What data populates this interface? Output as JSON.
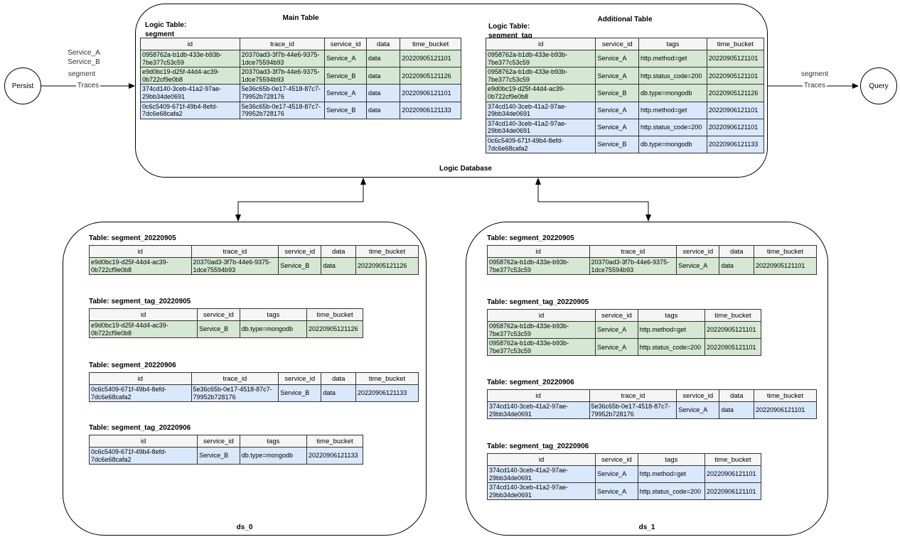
{
  "colors": {
    "green": "#d5e8d4",
    "blue": "#dae8fc",
    "header_bg": "#f5f5f5"
  },
  "persist": {
    "label": "Persist",
    "flow_label_1": "Service_A",
    "flow_label_2": "Service_B",
    "flow_label_3": "segment",
    "arrow_label": "Traces"
  },
  "query": {
    "label": "Query",
    "flow_label_1": "segment",
    "arrow_label": "Traces"
  },
  "logic_database": {
    "label": "Logic Database",
    "main": {
      "section_title": "Main Table",
      "logic_table_prefix": "Logic Table:",
      "logic_table_name": "segment",
      "table": {
        "columns": [
          "id",
          "trace_id",
          "service_id",
          "data",
          "time_bucket"
        ],
        "rows": [
          [
            "0958762a-b1db-433e-b93b-7be377c53c59",
            "20370ad3-3f7b-44e6-9375-1dce75594b93",
            "Service_A",
            "data",
            "20220905121101"
          ],
          [
            "e9d0bc19-d25f-44d4-ac39-0b722cf9e0b8",
            "20370ad3-3f7b-44e6-9375-1dce75594b93",
            "Service_B",
            "data",
            "20220905121126"
          ],
          [
            "374cd140-3ceb-41a2-97ae-29bb34de0691",
            "5e36c65b-0e17-4518-87c7-79952b728176",
            "Service_A",
            "data",
            "20220906121101"
          ],
          [
            "0c6c5409-671f-49b4-8efd-7dc6e68cafa2",
            "5e36c65b-0e17-4518-87c7-79952b728176",
            "Service_B",
            "data",
            "20220906121133"
          ]
        ],
        "row_colors": [
          "green",
          "green",
          "blue",
          "blue"
        ]
      }
    },
    "additional": {
      "section_title": "Additional Table",
      "logic_table_prefix": "Logic Table:",
      "logic_table_name": "segment_tag",
      "table": {
        "columns": [
          "id",
          "service_id",
          "tags",
          "time_bucket"
        ],
        "rows": [
          [
            "0958762a-b1db-433e-b93b-7be377c53c59",
            "Service_A",
            "http.method=get",
            "20220905121101"
          ],
          [
            "0958762a-b1db-433e-b93b-7be377c53c59",
            "Service_A",
            "http.status_code=200",
            "20220905121101"
          ],
          [
            "e9d0bc19-d25f-44d4-ac39-0b722cf9e0b8",
            "Service_B",
            "db.type=mongodb",
            "20220905121126"
          ],
          [
            "374cd140-3ceb-41a2-97ae-29bb34de0691",
            "Service_A",
            "http.method=get",
            "20220906121101"
          ],
          [
            "374cd140-3ceb-41a2-97ae-29bb34de0691",
            "Service_A",
            "http.status_code=200",
            "20220906121101"
          ],
          [
            "0c6c5409-671f-49b4-8efd-7dc6e68cafa2",
            "Service_B",
            "db.type=mongodb",
            "20220906121133"
          ]
        ],
        "row_colors": [
          "green",
          "green",
          "green",
          "blue",
          "blue",
          "blue"
        ]
      }
    }
  },
  "ds_0": {
    "label": "ds_0",
    "tables": [
      {
        "title": "Table: segment_20220905",
        "columns": [
          "id",
          "trace_id",
          "service_id",
          "data",
          "time_bucket"
        ],
        "rows": [
          [
            "e9d0bc19-d25f-44d4-ac39-0b722cf9e0b8",
            "20370ad3-3f7b-44e6-9375-1dce75594b93",
            "Service_B",
            "data",
            "20220905121126"
          ]
        ],
        "row_colors": [
          "green"
        ]
      },
      {
        "title": "Table: segment_tag_20220905",
        "columns": [
          "id",
          "service_id",
          "tags",
          "time_bucket"
        ],
        "rows": [
          [
            "e9d0bc19-d25f-44d4-ac39-0b722cf9e0b8",
            "Service_B",
            "db.type=mongodb",
            "20220905121126"
          ]
        ],
        "row_colors": [
          "green"
        ]
      },
      {
        "title": "Table: segment_20220906",
        "columns": [
          "id",
          "trace_id",
          "service_id",
          "data",
          "time_bucket"
        ],
        "rows": [
          [
            "0c6c5409-671f-49b4-8efd-7dc6e68cafa2",
            "5e36c65b-0e17-4518-87c7-79952b728176",
            "Service_B",
            "data",
            "20220906121133"
          ]
        ],
        "row_colors": [
          "blue"
        ]
      },
      {
        "title": "Table: segment_tag_20220906",
        "columns": [
          "id",
          "service_id",
          "tags",
          "time_bucket"
        ],
        "rows": [
          [
            "0c6c5409-671f-49b4-8efd-7dc6e68cafa2",
            "Service_B",
            "db.type=mongodb",
            "20220906121133"
          ]
        ],
        "row_colors": [
          "blue"
        ]
      }
    ]
  },
  "ds_1": {
    "label": "ds_1",
    "tables": [
      {
        "title": "Table: segment_20220905",
        "columns": [
          "id",
          "trace_id",
          "service_id",
          "data",
          "time_bucket"
        ],
        "rows": [
          [
            "0958762a-b1db-433e-b93b-7be377c53c59",
            "20370ad3-3f7b-44e6-9375-1dce75594b93",
            "Service_A",
            "data",
            "20220905121101"
          ]
        ],
        "row_colors": [
          "green"
        ]
      },
      {
        "title": "Table: segment_tag_20220905",
        "columns": [
          "id",
          "service_id",
          "tags",
          "time_bucket"
        ],
        "rows": [
          [
            "0958762a-b1db-433e-b93b-7be377c53c59",
            "Service_A",
            "http.method=get",
            "20220905121101"
          ],
          [
            "0958762a-b1db-433e-b93b-7be377c53c59",
            "Service_A",
            "http.status_code=200",
            "20220905121101"
          ]
        ],
        "row_colors": [
          "green",
          "green"
        ]
      },
      {
        "title": "Table: segment_20220906",
        "columns": [
          "id",
          "trace_id",
          "service_id",
          "data",
          "time_bucket"
        ],
        "rows": [
          [
            "374cd140-3ceb-41a2-97ae-29bb34de0691",
            "5e36c65b-0e17-4518-87c7-79952b728176",
            "Service_A",
            "data",
            "20220906121101"
          ]
        ],
        "row_colors": [
          "blue"
        ]
      },
      {
        "title": "Table: segment_tag_20220906",
        "columns": [
          "id",
          "service_id",
          "tags",
          "time_bucket"
        ],
        "rows": [
          [
            "374cd140-3ceb-41a2-97ae-29bb34de0691",
            "Service_A",
            "http.method=get",
            "20220906121101"
          ],
          [
            "374cd140-3ceb-41a2-97ae-29bb34de0691",
            "Service_A",
            "http.status_code=200",
            "20220906121101"
          ]
        ],
        "row_colors": [
          "blue",
          "blue"
        ]
      }
    ]
  }
}
